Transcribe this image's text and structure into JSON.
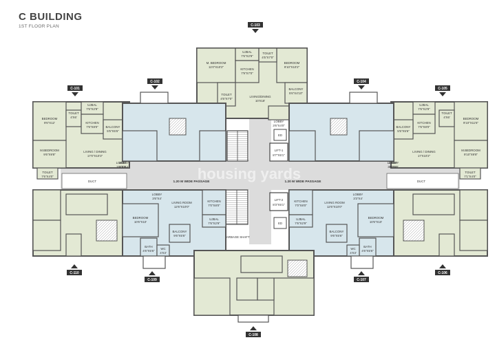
{
  "header": {
    "title": "C BUILDING",
    "subtitle": "1ST FLOOR PLAN"
  },
  "colors": {
    "wall": "#555555",
    "green_unit": "#e3e9d4",
    "blue_unit": "#d7e6ec",
    "corridor": "#dcdcdc",
    "tag": "#333333"
  },
  "flat_tags": [
    "C-101",
    "C-102",
    "C-103",
    "C-104",
    "C-105",
    "C-106",
    "C-107",
    "C-108",
    "C-109",
    "C-110"
  ],
  "passages": {
    "left": "1.20 M WIDE PASSAGE",
    "right": "1.20 M WIDE PASSAGE"
  },
  "ducts": {
    "left": "DUCT",
    "right": "DUCT"
  },
  "core": {
    "lift1": "LIFT-1",
    "lift1_size": "8'7\"X5'1\"",
    "lift2": "LIFT-2",
    "lift2_size": "8'3\"X5'1\"",
    "ed_top": "ED",
    "ed_bottom": "ED",
    "garbage": "GARBAGE SHAFT"
  },
  "watermark": "housing yards",
  "unit_c103": {
    "m_bedroom": "M. BEDROOM",
    "m_bedroom_size": "11'0\"X10'2\"",
    "ujbal": "UJBAL",
    "ujbal_size": "7'6\"X2'9\"",
    "toilet1": "TOILET",
    "toilet1_size": "4'5\"X7'0\"",
    "bedroom": "BEDROOM",
    "bedroom_size": "9'10\"X10'2\"",
    "kitchen": "KITCHEN",
    "kitchen_size": "7'9\"X7'0\"",
    "living": "LIVING/DINING",
    "living_size": "10'X18'",
    "toilet2": "TOILET",
    "toilet2_size": "4'5\"X7'0\"",
    "balcony": "BALCONY",
    "balcony_size": "5'6\"X4'10\"",
    "lobby": "LOBBY",
    "lobby_size": "3'6\"X4'0\""
  },
  "unit_c101": {
    "bedroom": "BEDROOM",
    "bedroom_size": "9'6\"X12'",
    "toilet": "TOILET",
    "toilet_size": "4'X6'",
    "ujbal": "UJBAL",
    "ujbal_size": "7'6\"X2'9\"",
    "kitchen": "KITCHEN",
    "kitchen_size": "7'6\"X8'0\"",
    "balcony": "BALCONY",
    "balcony_size": "5'5\"X5'6\"",
    "m_bedroom": "M.BEDROOM",
    "m_bedroom_size": "9'6\"X9'8\"",
    "living": "LIVING / DINING",
    "living_size": "17'0\"X10'3\"",
    "lobby": "LOBBY",
    "lobby_size": "3'6\"X4'",
    "toilet2": "TOILET",
    "toilet2_size": "7'6\"X4'0\""
  },
  "unit_c105": {
    "ujbal": "UJBAL",
    "ujbal_size": "7'6\"X2'9\"",
    "toilet": "TOILET",
    "toilet_size": "4'X6'",
    "bedroom": "BEDROOM",
    "bedroom_size": "9'10\"X11'6\"",
    "kitchen": "KITCHEN",
    "kitchen_size": "7'6\"X8'0\"",
    "balcony": "BALCONY",
    "balcony_size": "5'5\"X5'6\"",
    "living": "LIVING / DINING",
    "living_size": "17'X10'2\"",
    "m_bedroom": "M.BEDROOM",
    "m_bedroom_size": "9'10\"X9'8\"",
    "lobby": "LOBBY",
    "lobby_size": "3'3\"X4'",
    "toilet2": "TOILET",
    "toilet2_size": "7'1\"X4'0\""
  },
  "unit_c109": {
    "lobby": "LOBBY",
    "lobby_size": "3'6\"X4'",
    "living": "LIVING ROOM",
    "living_size": "12'6\"X10'0\"",
    "kitchen": "KITCHEN",
    "kitchen_size": "7'0\"X8'0\"",
    "bedroom": "BEDROOM",
    "bedroom_size": "10'6\"X10'",
    "ujbal": "UJBAL",
    "ujbal_size": "7'6\"X2'9\"",
    "balcony": "BALCONY",
    "balcony_size": "9'6\"X5'6\"",
    "bath": "BATH",
    "bath_size": "4'6\"X5'6\"",
    "wc": "WC",
    "wc_size": "4'X3'"
  },
  "unit_c107": {
    "kitchen": "KITCHEN",
    "kitchen_size": "7'0\"X8'0\"",
    "living": "LIVING ROOM",
    "living_size": "12'6\"X10'0\"",
    "lobby": "LOBBY",
    "lobby_size": "3'3\"X4'",
    "bedroom": "BEDROOM",
    "bedroom_size": "10'6\"X10'",
    "ujbal": "UJBAL",
    "ujbal_size": "7'6\"X2'9\"",
    "balcony": "BALCONY",
    "balcony_size": "9'6\"X5'6\"",
    "bath": "BATH",
    "bath_size": "4'6\"X5'6\"",
    "wc": "WC",
    "wc_size": "4'X3'"
  },
  "lobby_c102": {
    "label": "LOBBY",
    "size": "3'3\"X4'"
  },
  "lobby_c104": {
    "label": "LOBBY",
    "size": "3'3\"X4'"
  }
}
